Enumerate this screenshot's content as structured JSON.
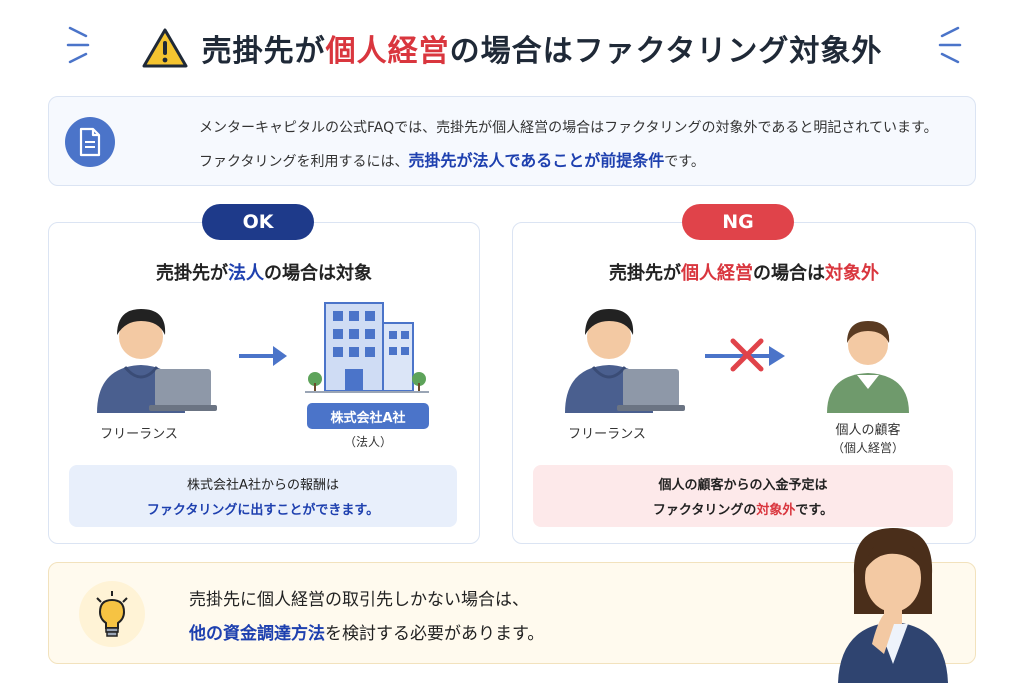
{
  "header": {
    "title_part1": "売掛先が",
    "title_highlight": "個人経営",
    "title_part2": "の場合はファクタリング対象外"
  },
  "intro": {
    "line1": "メンターキャピタルの公式FAQでは、売掛先が個人経営の場合はファクタリングの対象外であると明記されています。",
    "line2_prefix": "ファクタリングを利用するには、",
    "line2_highlight": "売掛先が法人であることが前提条件",
    "line2_suffix": "です。"
  },
  "ok_panel": {
    "badge": "OK",
    "title_prefix": "売掛先が",
    "title_highlight": "法人",
    "title_suffix": "の場合は対象",
    "freelancer_label": "フリーランス",
    "company_label": "株式会社A社",
    "company_sub": "（法人）",
    "note_line1": "株式会社A社からの報酬は",
    "note_line2": "ファクタリングに出すことができます。"
  },
  "ng_panel": {
    "badge": "NG",
    "title_prefix": "売掛先が",
    "title_highlight1": "個人経営",
    "title_mid": "の場合は",
    "title_highlight2": "対象外",
    "freelancer_label": "フリーランス",
    "customer_label": "個人の顧客",
    "customer_sub": "（個人経営）",
    "note_line1": "個人の顧客からの入金予定は",
    "note_line2_prefix": "ファクタリングの",
    "note_line2_highlight": "対象外",
    "note_line2_suffix": "です。"
  },
  "tip": {
    "line1": "売掛先に個人経営の取引先しかない場合は、",
    "line2_highlight": "他の資金調達方法",
    "line2_suffix": "を検討する必要があります。"
  },
  "colors": {
    "navy": "#1e3a8a",
    "accent_blue": "#1e40af",
    "red": "#d9363e",
    "icon_blue": "#4b74c9"
  },
  "icons": {
    "warning": "warning-triangle-icon",
    "document": "document-icon",
    "arrow": "arrow-right-icon",
    "cross": "cross-mark-icon",
    "bulb": "light-bulb-icon"
  }
}
